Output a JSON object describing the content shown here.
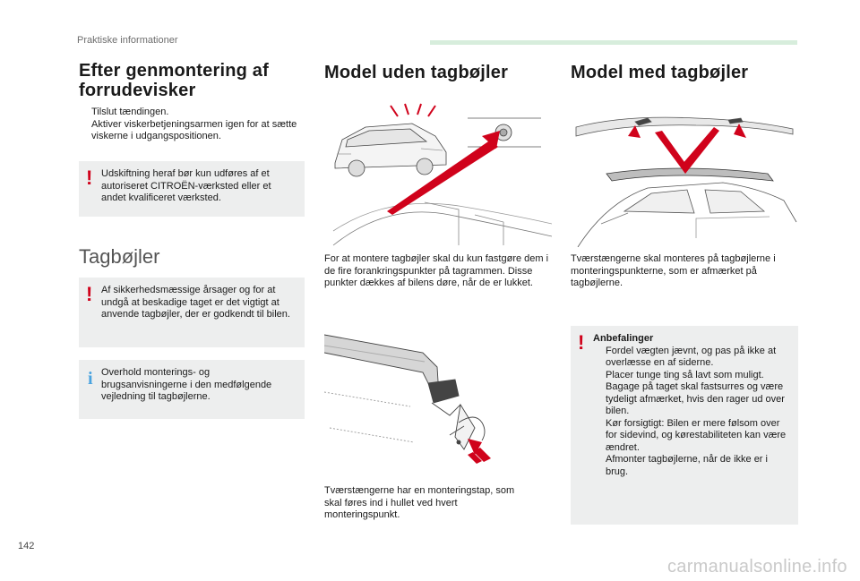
{
  "header": {
    "section": "Praktiske informationer"
  },
  "col1": {
    "title": "Efter genmontering af forrudevisker",
    "steps": [
      "Tilslut tændingen.",
      "Aktiver viskerbetjeningsarmen igen for at sætte viskerne i udgangspositionen."
    ],
    "warning": "Udskiftning heraf bør kun udføres af et autoriseret CITROËN-værksted eller et andet kvalificeret værksted.",
    "section_title": "Tagbøjler",
    "warning2": "Af sikkerhedsmæssige årsager og for at undgå at beskadige taget er det vigtigt at anvende tagbøjler, der er godkendt til bilen.",
    "info": "Overhold monterings- og brugsanvisningerne i den medfølgende vejledning til tagbøjlerne."
  },
  "col2": {
    "title": "Model uden tagbøjler",
    "para1": "For at montere tagbøjler skal du kun fastgøre dem i de fire forankringspunkter på tagrammen. Disse punkter dækkes af bilens døre, når de er lukket.",
    "para2": "Tværstængerne har en monteringstap, som skal føres ind i hullet ved hvert monteringspunkt."
  },
  "col3": {
    "title": "Model med tagbøjler",
    "para1": "Tværstængerne skal monteres på tagbøjlerne i monteringspunkterne, som er afmærket på tagbøjlerne.",
    "rec_title": "Anbefalinger",
    "recommendations": [
      "Fordel vægten jævnt, og pas på ikke at overlæsse en af siderne.",
      "Placer tunge ting så lavt som muligt.",
      "Bagage på taget skal fastsurres og være tydeligt afmærket, hvis den rager ud over bilen.",
      "Kør forsigtigt: Bilen er mere følsom over for sidevind, og kørestabiliteten kan være ændret.",
      "Afmonter tagbøjlerne, når de ikke er i brug."
    ]
  },
  "bullet_glyph": "",
  "warning_glyph": "!",
  "info_glyph": "i",
  "footer": {
    "page_number": "142",
    "watermark": "carmanualsonline.info"
  },
  "colors": {
    "warning": "#d0021b",
    "info": "#4aa3df",
    "box_bg": "#edeeee",
    "accent_rule": "#d7eddc"
  }
}
